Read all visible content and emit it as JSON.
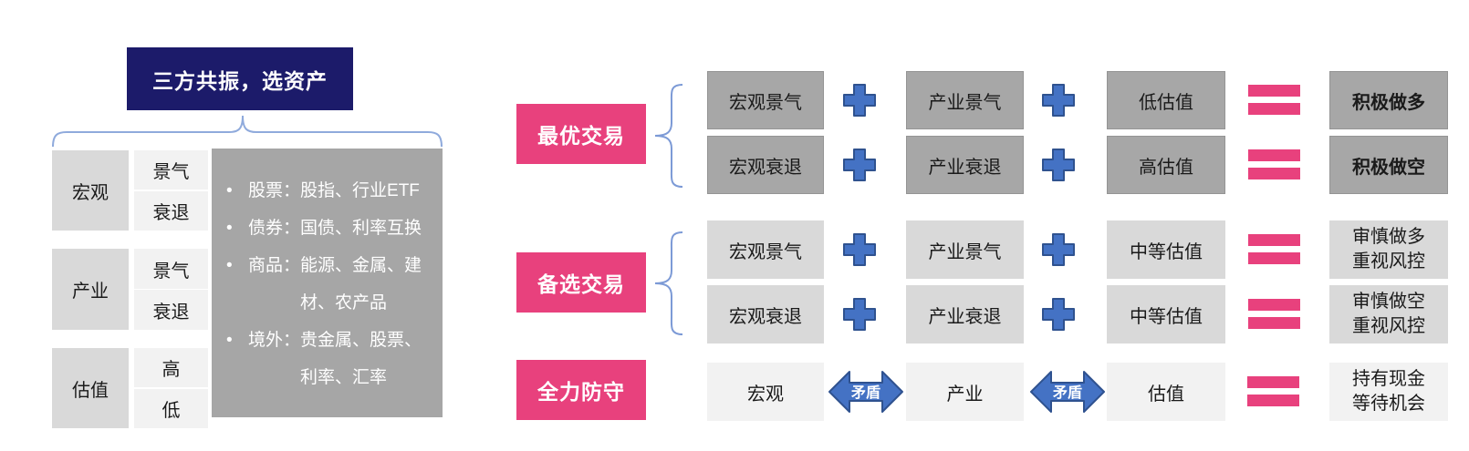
{
  "title": {
    "text": "三方共振，选资产"
  },
  "factor_table": {
    "groups": [
      {
        "name": "宏观",
        "options": [
          "景气",
          "衰退"
        ]
      },
      {
        "name": "产业",
        "options": [
          "景气",
          "衰退"
        ]
      },
      {
        "name": "估值",
        "options": [
          "高",
          "低"
        ]
      }
    ]
  },
  "assets": {
    "items": [
      {
        "label": "股票：",
        "desc": "股指、行业ETF"
      },
      {
        "label": "债券：",
        "desc": "国债、利率互换"
      },
      {
        "label": "商品：",
        "desc": "能源、金属、建材、农产品"
      },
      {
        "label": "境外：",
        "desc": "贵金属、股票、利率、汇率"
      }
    ]
  },
  "sections": [
    {
      "label": "最优交易",
      "rows": [
        {
          "macro": "宏观景气",
          "industry": "产业景气",
          "valuation": "低估值",
          "result": [
            "积极做多"
          ]
        },
        {
          "macro": "宏观衰退",
          "industry": "产业衰退",
          "valuation": "高估值",
          "result": [
            "积极做空"
          ]
        }
      ]
    },
    {
      "label": "备选交易",
      "rows": [
        {
          "macro": "宏观景气",
          "industry": "产业景气",
          "valuation": "中等估值",
          "result": [
            "审慎做多",
            "重视风控"
          ]
        },
        {
          "macro": "宏观衰退",
          "industry": "产业衰退",
          "valuation": "中等估值",
          "result": [
            "审慎做空",
            "重视风控"
          ]
        }
      ]
    },
    {
      "label": "全力防守",
      "rows": [
        {
          "macro": "宏观",
          "industry": "产业",
          "valuation": "估值",
          "connector": "矛盾",
          "result": [
            "持有现金",
            "等待机会"
          ]
        }
      ]
    }
  ],
  "colors": {
    "title_bg": "#1c1b6a",
    "label_pink": "#e8417d",
    "plus_blue": "#4472c4",
    "plus_blue_border": "#2f528f",
    "equals_pink": "#e8417d",
    "box_gray_dark": "#a7a7a7",
    "box_gray_mid": "#d9d9d9",
    "box_gray_light": "#f2f2f2",
    "asset_box_gray": "#a6a6a6",
    "brace_blue": "#7c9ad6"
  }
}
